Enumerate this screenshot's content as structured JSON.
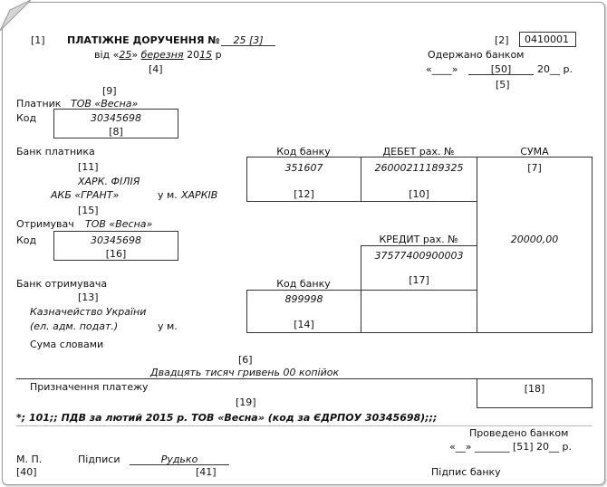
{
  "header": {
    "ref1": "[1]",
    "title_prefix": "ПЛАТІЖНЕ ДОРУЧЕННЯ №",
    "number": "25",
    "ref3": "[3]",
    "date_prefix": "від «",
    "day": "25",
    "date_sep": "»",
    "month": "березня",
    "year_prefix": "20",
    "year_suffix": "15",
    "year_unit": "р",
    "ref4": "[4]",
    "ref2": "[2]",
    "form_code": "0410001",
    "received_label": "Одержано банком",
    "received_date": "«____»",
    "ref50": "[50]",
    "received_year": "20__ р.",
    "ref5": "[5]"
  },
  "payer": {
    "ref9": "[9]",
    "label": "Платник",
    "name": "ТОВ «Весна»",
    "code_label": "Код",
    "code": "30345698",
    "ref8": "[8]"
  },
  "columns": {
    "bank_payer": "Банк платника",
    "bank_code": "Код банку",
    "debit": "ДЕБЕТ рах. №",
    "sum": "СУМА"
  },
  "payer_bank": {
    "ref11": "[11]",
    "name_line1": "ХАРК. ФІЛІЯ",
    "name_line2": "АКБ «ГРАНТ»",
    "city_label": "у м.",
    "city": "ХАРКІВ",
    "code": "351607",
    "ref12": "[12]",
    "debit_account": "26000211189325",
    "ref10": "[10]",
    "ref7": "[7]",
    "ref15": "[15]"
  },
  "amount": "20000,00",
  "recipient": {
    "label": "Отримувач",
    "name": "ТОВ «Весна»",
    "code_label": "Код",
    "code": "30345698",
    "ref16": "[16]",
    "credit_label": "КРЕДИТ рах. №",
    "credit_account": "37577400900003",
    "ref17": "[17]"
  },
  "recipient_bank": {
    "label": "Банк отримувача",
    "code_label": "Код банку",
    "ref13": "[13]",
    "code": "899998",
    "name_line1": "Казначейство України",
    "name_line2": "(ел. адм. подат.)",
    "city_label": "у м.",
    "ref14": "[14]"
  },
  "sum_words": {
    "label": "Сума словами",
    "ref6": "[6]",
    "text": "Двадцять тисяч гривень 00 копійок"
  },
  "purpose": {
    "label": "Призначення платежу",
    "ref18": "[18]",
    "ref19": "[19]",
    "text": "*; 101;; ПДВ за лютий 2015 р. ТОВ «Весна» (код за ЄДРПОУ 30345698);;;"
  },
  "footer": {
    "processed_label": "Проведено банком",
    "processed_date": "«__» _______ [51] 20__ р.",
    "mp": "М. П.",
    "ref40": "[40]",
    "signatures_label": "Підписи",
    "signature": "Рудько",
    "ref41": "[41]",
    "bank_signature": "Підпис банку"
  }
}
